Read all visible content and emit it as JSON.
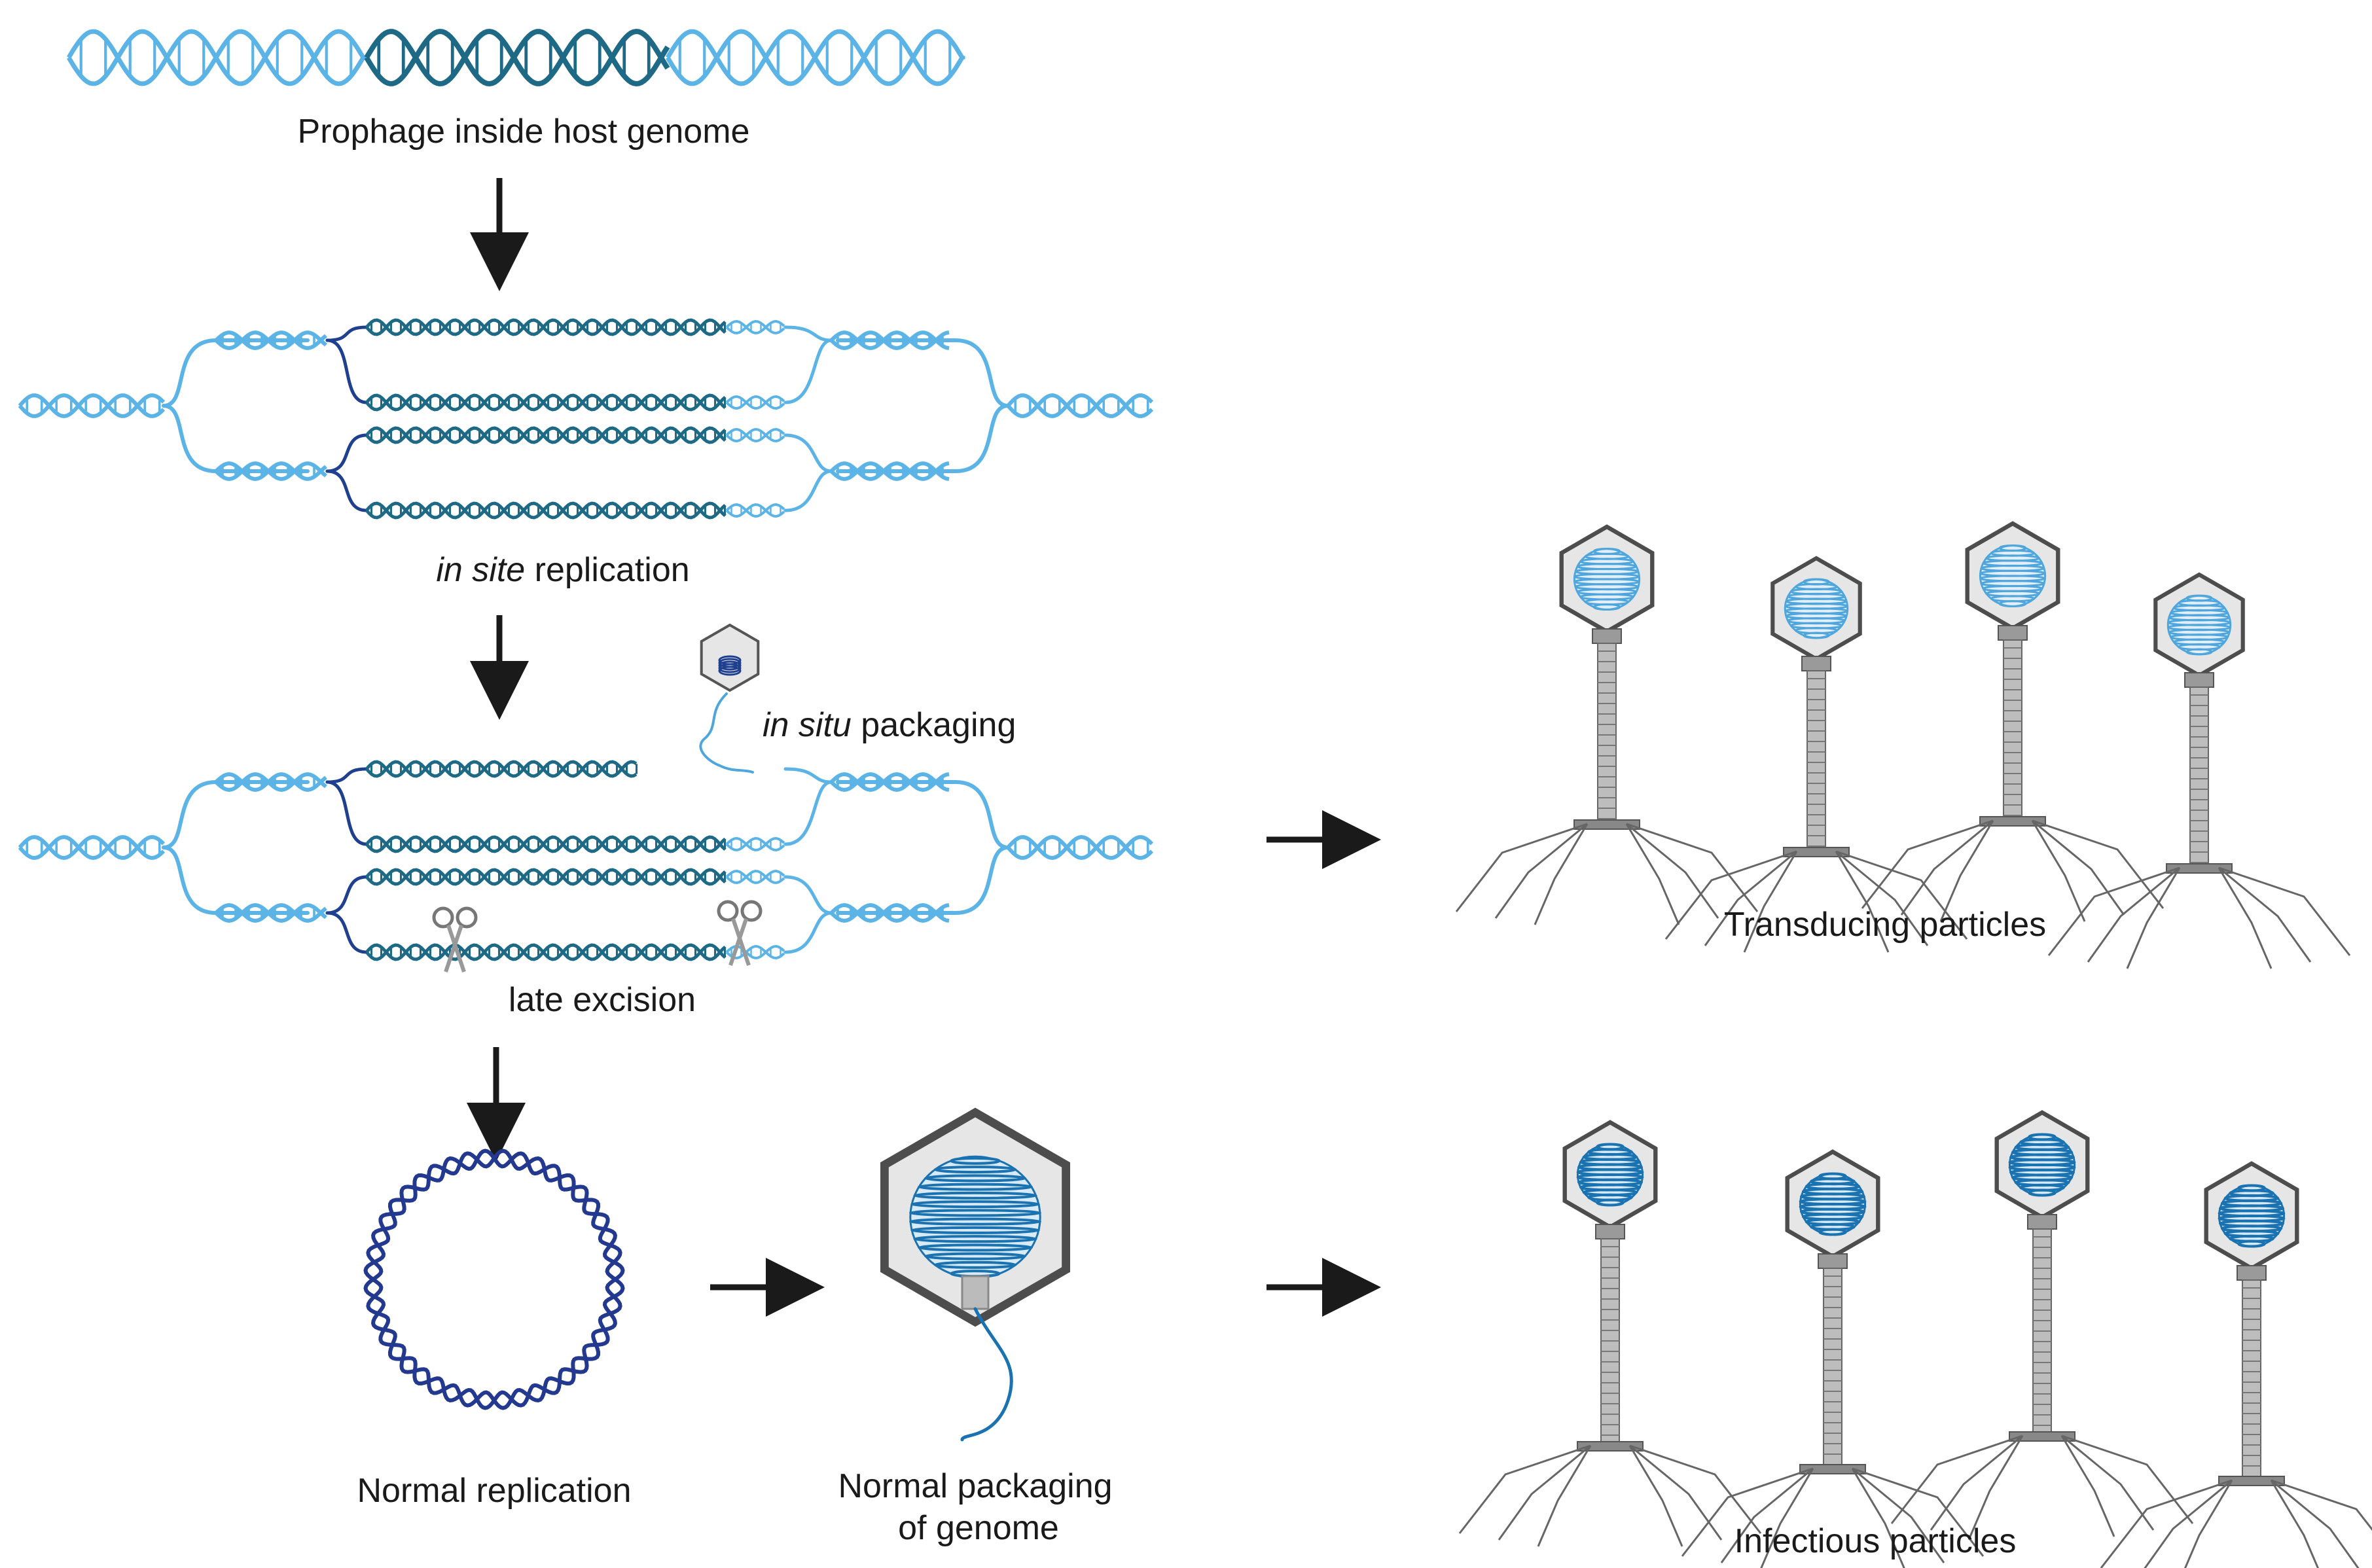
{
  "labels": {
    "prophage": "Prophage inside host genome",
    "in_site_italic": "in site",
    "in_site_rest": " replication",
    "in_situ_italic": "in situ",
    "in_situ_rest": " packaging",
    "late_excision": "late excision",
    "normal_replication": "Normal replication",
    "normal_packaging_line1": "Normal packaging",
    "normal_packaging_line2": "of genome",
    "transducing": "Transducing particles",
    "infectious": "Infectious particles"
  },
  "colors": {
    "host_dna": "#5bb4e5",
    "phage_dna": "#1e6a86",
    "phage_dna_dark": "#1f3f8f",
    "circular_dna": "#22398f",
    "capsid_fill": "#e6e6e6",
    "capsid_stroke": "#555555",
    "packaged_dna_light": "#4ea6dc",
    "packaged_dna_dark": "#1a72b0",
    "arrow": "#1a1a1a"
  }
}
